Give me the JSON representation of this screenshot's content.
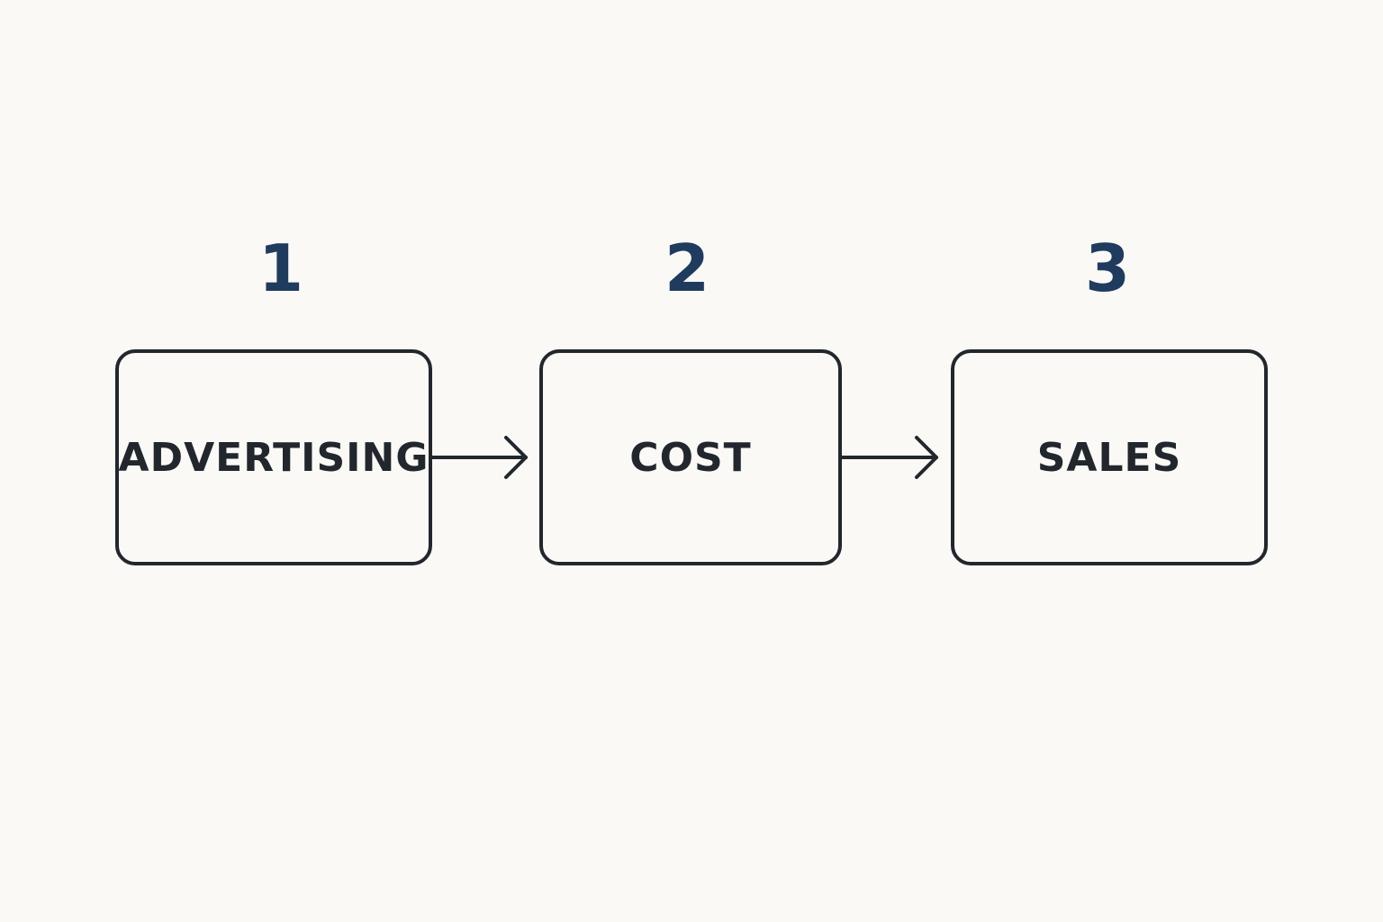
{
  "steps": [
    {
      "number": "1",
      "label": "ADVERTISING"
    },
    {
      "number": "2",
      "label": "COST"
    },
    {
      "number": "3",
      "label": "SALES"
    }
  ],
  "colors": {
    "background": "#faf9f6",
    "number": "#1f3b5e",
    "stroke": "#22272d"
  },
  "icons": [
    "arrow-right-icon"
  ]
}
